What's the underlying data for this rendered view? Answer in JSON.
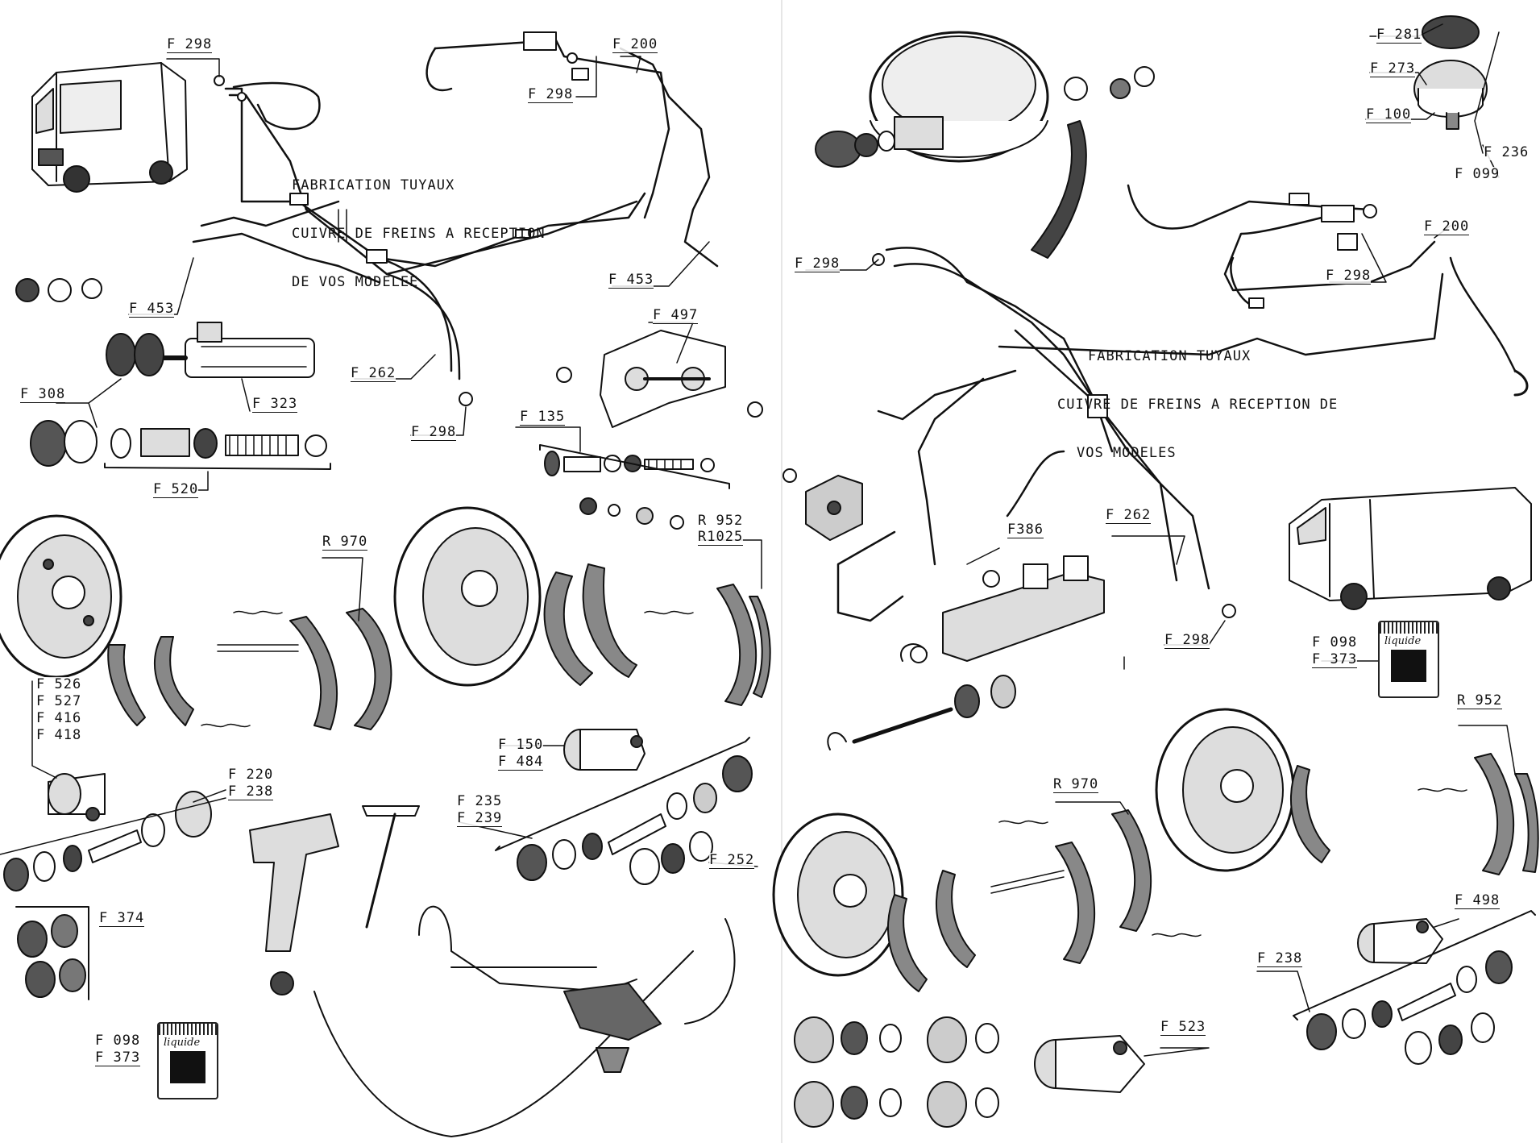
{
  "labels": {
    "l_f298_a": "F 298",
    "l_f200_a": "F 200",
    "l_f298_b": "F 298",
    "l_f453_a": "F 453",
    "l_f453_b": "F 453",
    "l_f308": "F 308",
    "l_f323": "F 323",
    "l_f262_a": "F 262",
    "l_f298_c": "F 298",
    "l_f520": "F 520",
    "l_f497": "F 497",
    "l_f135": "F 135",
    "l_r952_a": "R 952",
    "l_r1025": "R1025",
    "l_r970_a": "R 970",
    "l_f526": "F 526",
    "l_f527": "F 527",
    "l_f416": "F 416",
    "l_f418": "F 418",
    "l_f150": "F 150",
    "l_f484": "F 484",
    "l_f220": "F 220",
    "l_f238_a": "F 238",
    "l_f235": "F 235",
    "l_f239": "F 239",
    "l_f252": "F 252",
    "l_f374": "F 374",
    "l_f098_a": "F 098",
    "l_f373_a": "F 373",
    "l_f281": "F 281",
    "l_f273": "F 273",
    "l_f100": "F 100",
    "l_f236": "F 236",
    "l_f099": "F 099",
    "l_f298_d": "F 298",
    "l_f200_b": "F 200",
    "l_f298_e": "F 298",
    "l_f262_b": "F 262",
    "l_f386": "F386",
    "l_f298_f": "F 298",
    "l_f098_b": "F 098",
    "l_f373_b": "F 373",
    "l_r952_b": "R 952",
    "l_r970_b": "R 970",
    "l_f498": "F 498",
    "l_f238_b": "F 238",
    "l_f523": "F 523"
  },
  "notes": {
    "left": [
      "FABRICATION TUYAUX",
      "CUIVRE DE FREINS A RECEPTION",
      "DE VOS MODELEE"
    ],
    "right": [
      "FABRICATION TUYAUX",
      "CUIVRE DE FREINS A RECEPTION DE",
      "VOS MODELES"
    ]
  },
  "cans": {
    "brand_a": "liquide",
    "brand_b": "liquide"
  }
}
